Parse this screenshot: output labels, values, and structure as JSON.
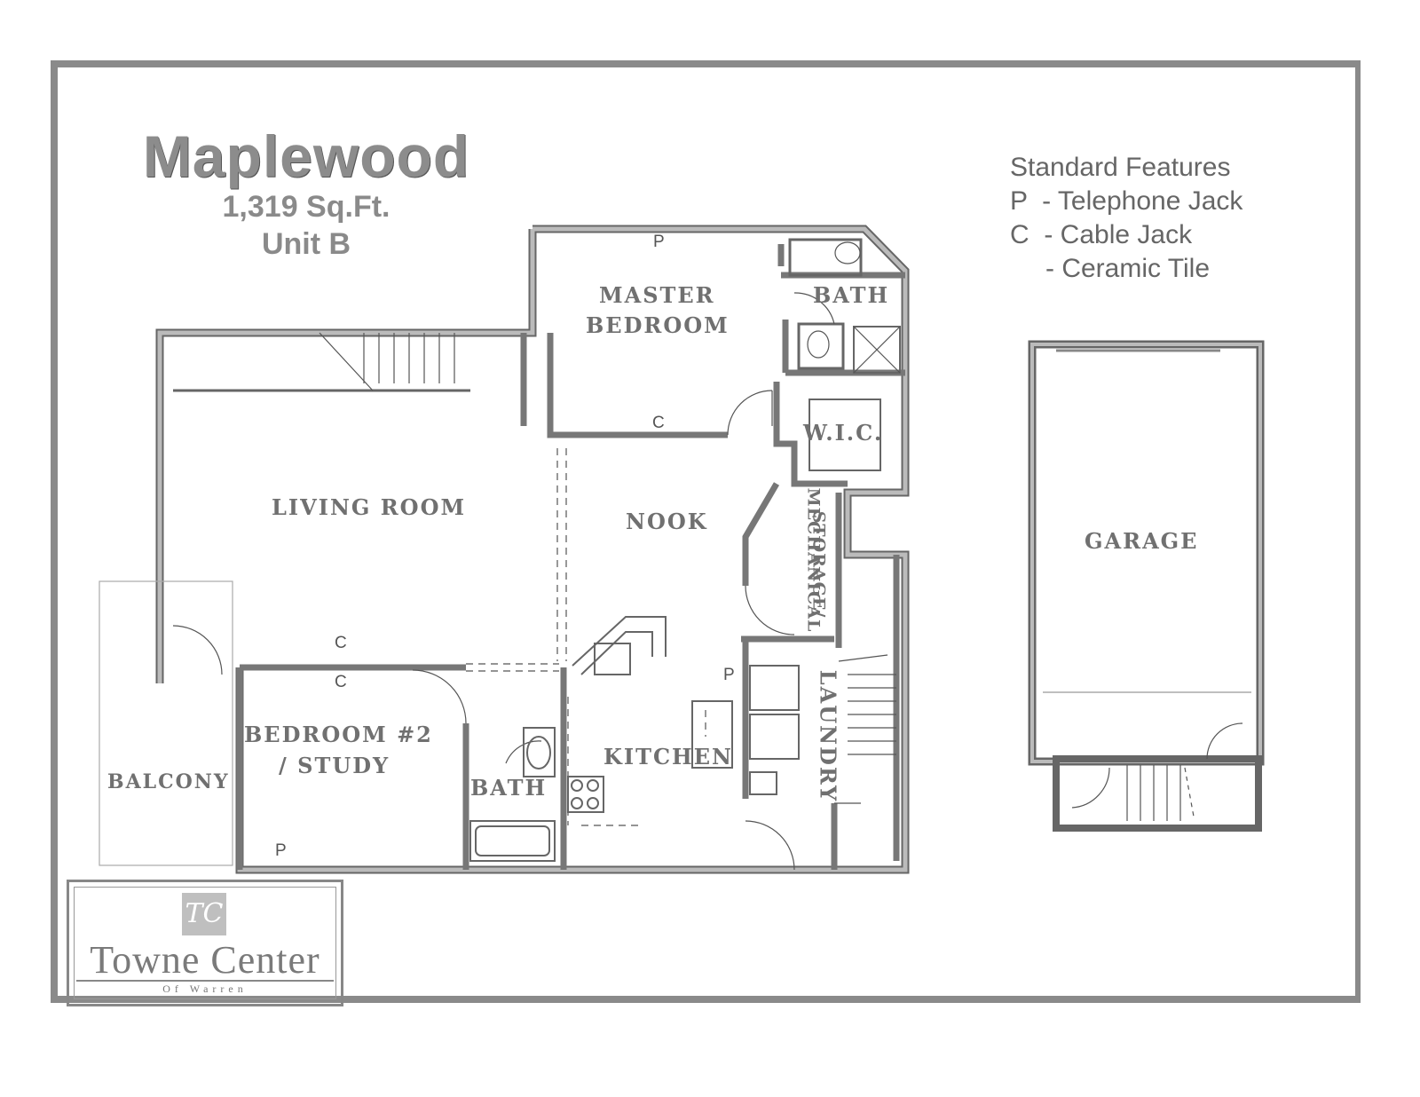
{
  "header": {
    "title": "Maplewood",
    "sqft": "1,319 Sq.Ft.",
    "unit": "Unit B"
  },
  "legend": {
    "heading": "Standard Features",
    "items": [
      {
        "code": "P",
        "label": "- Telephone Jack"
      },
      {
        "code": "C",
        "label": "- Cable Jack"
      },
      {
        "code": "",
        "label": "- Ceramic Tile"
      }
    ]
  },
  "rooms": {
    "master_bedroom_line1": "MASTER",
    "master_bedroom_line2": "BEDROOM",
    "master_bath": "BATH",
    "wic": "W.I.C.",
    "living_room": "LIVING ROOM",
    "nook": "NOOK",
    "storage_line1": "STORAGE/",
    "storage_line2": "MECHANICAL",
    "bedroom2_line1": "BEDROOM #2",
    "bedroom2_line2": "/ STUDY",
    "bath": "BATH",
    "kitchen": "KITCHEN",
    "laundry": "LAUNDRY",
    "balcony": "BALCONY",
    "garage": "GARAGE"
  },
  "markers": {
    "phone": "P",
    "cable": "C"
  },
  "logo": {
    "monogram": "TC",
    "name": "Towne Center",
    "subtitle": "Of Warren"
  },
  "colors": {
    "wall": "#8a8a8a",
    "wall_outline": "#444444",
    "text": "#707070"
  }
}
